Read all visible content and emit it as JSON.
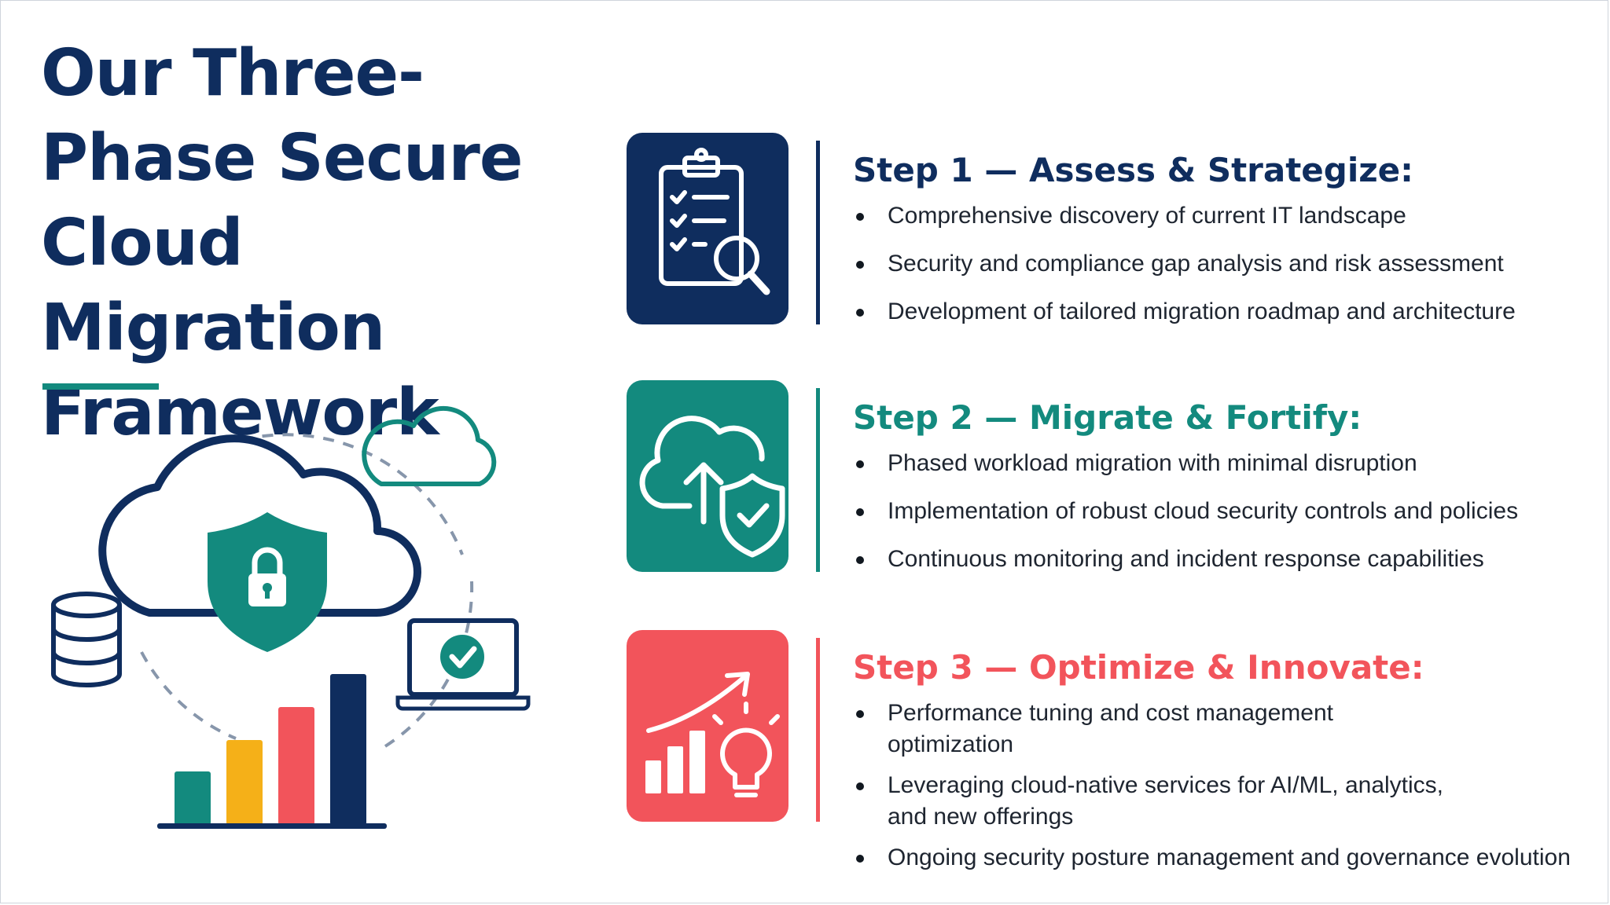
{
  "title": "Our Three-Phase Secure Cloud Migration Framework",
  "colors": {
    "navy": "#0f2d5e",
    "teal": "#138a7e",
    "coral": "#f2545b",
    "amber": "#f5b018"
  },
  "steps": [
    {
      "heading": "Step 1 — Assess & Strategize:",
      "color": "#0f2d5e",
      "icon": "clipboard-checklist-magnifier-icon",
      "bullets": [
        "Comprehensive discovery of current IT landscape",
        "Security and compliance gap analysis and risk assessment",
        "Development of tailored migration roadmap and architecture"
      ]
    },
    {
      "heading": "Step 2 — Migrate & Fortify:",
      "color": "#138a7e",
      "icon": "cloud-upload-shield-icon",
      "bullets": [
        "Phased workload migration with minimal disruption",
        "Implementation of robust cloud security controls and policies",
        "Continuous monitoring and incident response capabilities"
      ]
    },
    {
      "heading": "Step 3 — Optimize & Innovate:",
      "color": "#f2545b",
      "icon": "growth-chart-lightbulb-icon",
      "bullets": [
        "Performance tuning and cost management optimization",
        "Leveraging cloud-native services for AI/ML, analytics, and new offerings",
        "Ongoing security posture management and governance evolution"
      ]
    }
  ],
  "illustration": {
    "icons": [
      "secure-cloud-icon",
      "padlock-shield-icon",
      "small-cloud-icon",
      "database-icon",
      "laptop-check-icon",
      "bar-chart-icon"
    ]
  }
}
